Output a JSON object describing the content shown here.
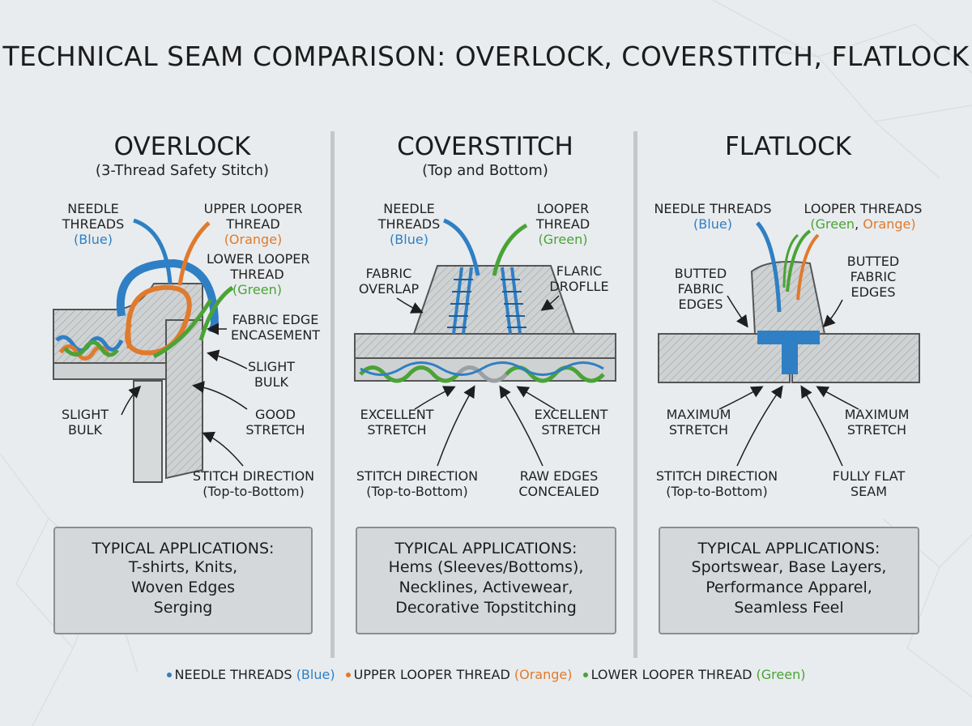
{
  "title": "TECHNICAL SEAM COMPARISON: OVERLOCK, COVERSTITCH, FLATLOCK",
  "colors": {
    "blue": "#2f7fc4",
    "orange": "#e07a2c",
    "green": "#4aa336",
    "fabric": "#c9cccd"
  },
  "overlock": {
    "title": "OVERLOCK",
    "subtitle": "(3-Thread Safety Stitch)",
    "needle": {
      "line1": "NEEDLE",
      "line2": "THREADS",
      "color": "(Blue)"
    },
    "upper_looper": {
      "line1": "UPPER LOOPER",
      "line2": "THREAD",
      "color": "(Orange)"
    },
    "lower_looper": {
      "line1": "LOWER LOOPER",
      "line2": "THREAD",
      "color": "(Green)"
    },
    "edge": {
      "line1": "FABRIC EDGE",
      "line2": "ENCASEMENT"
    },
    "bulk_right": {
      "line1": "SLIGHT",
      "line2": "BULK"
    },
    "bulk_left": {
      "line1": "SLIGHT",
      "line2": "BULK"
    },
    "stretch": {
      "line1": "GOOD",
      "line2": "STRETCH"
    },
    "direction": {
      "line1": "STITCH DIRECTION",
      "line2": "(Top-to-Bottom)"
    },
    "apps": {
      "heading": "TYPICAL APPLICATIONS:",
      "lines": [
        "T-shirts, Knits,",
        "Woven Edges",
        "Serging"
      ]
    }
  },
  "coverstitch": {
    "title": "COVERSTITCH",
    "subtitle": "(Top and Bottom)",
    "needle": {
      "line1": "NEEDLE",
      "line2": "THREADS",
      "color": "(Blue)"
    },
    "looper": {
      "line1": "LOOPER",
      "line2": "THREAD",
      "color": "(Green)"
    },
    "overlap": {
      "line1": "FABRIC",
      "line2": "OVERLAP"
    },
    "profile": {
      "line1": "FLARIC",
      "line2": "DROFLLE"
    },
    "stretch_left": {
      "line1": "EXCELLENT",
      "line2": "STRETCH"
    },
    "stretch_right": {
      "line1": "EXCELLENT",
      "line2": "STRETCH"
    },
    "direction": {
      "line1": "STITCH DIRECTION",
      "line2": "(Top-to-Bottom)"
    },
    "raw": {
      "line1": "RAW EDGES",
      "line2": "CONCEALED"
    },
    "apps": {
      "heading": "TYPICAL APPLICATIONS:",
      "lines": [
        "Hems (Sleeves/Bottoms),",
        "Necklines, Activewear,",
        "Decorative Topstitching"
      ]
    }
  },
  "flatlock": {
    "title": "FLATLOCK",
    "needle": {
      "line1": "NEEDLE THREADS",
      "color": "(Blue)"
    },
    "looper": {
      "line1": "LOOPER THREADS",
      "green": "(Green",
      "sep": ", ",
      "orange": "Orange)"
    },
    "butted_left": {
      "line1": "BUTTED",
      "line2": "FABRIC",
      "line3": "EDGES"
    },
    "butted_right": {
      "line1": "BUTTED",
      "line2": "FABRIC",
      "line3": "EDGES"
    },
    "stretch_left": {
      "line1": "MAXIMUM",
      "line2": "STRETCH"
    },
    "stretch_right": {
      "line1": "MAXIMUM",
      "line2": "STRETCH"
    },
    "direction": {
      "line1": "STITCH DIRECTION",
      "line2": "(Top-to-Bottom)"
    },
    "flat": {
      "line1": "FULLY FLAT",
      "line2": "SEAM"
    },
    "apps": {
      "heading": "TYPICAL APPLICATIONS:",
      "lines": [
        "Sportswear, Base Layers,",
        "Performance Apparel,",
        "Seamless Feel"
      ]
    }
  },
  "legend": {
    "needle": "NEEDLE THREADS",
    "needle_color": "(Blue)",
    "upper": "UPPER LOOPER THREAD",
    "upper_color": "(Orange)",
    "lower": "LOWER LOOPER THREAD",
    "lower_color": "(Green)"
  }
}
